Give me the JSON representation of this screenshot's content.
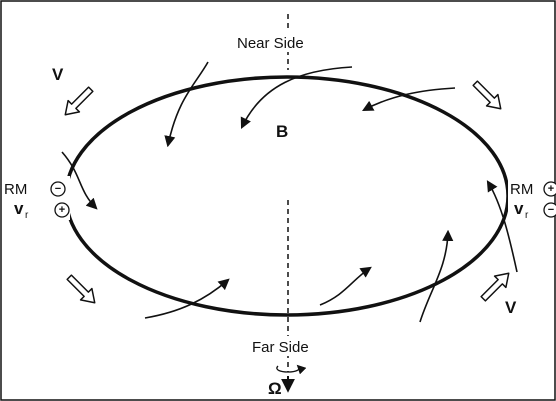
{
  "labels": {
    "near_side": "Near Side",
    "far_side": "Far Side",
    "field": "B",
    "velocity": "V",
    "omega": "Ω"
  },
  "left_marker": {
    "rm_label": "RM",
    "rm_sign": "−",
    "vr_label": "v",
    "vr_sub": "r",
    "vr_sign": "+"
  },
  "right_marker": {
    "rm_label": "RM",
    "rm_sign": "+",
    "vr_label": "v",
    "vr_sub": "r",
    "vr_sign": "−"
  }
}
